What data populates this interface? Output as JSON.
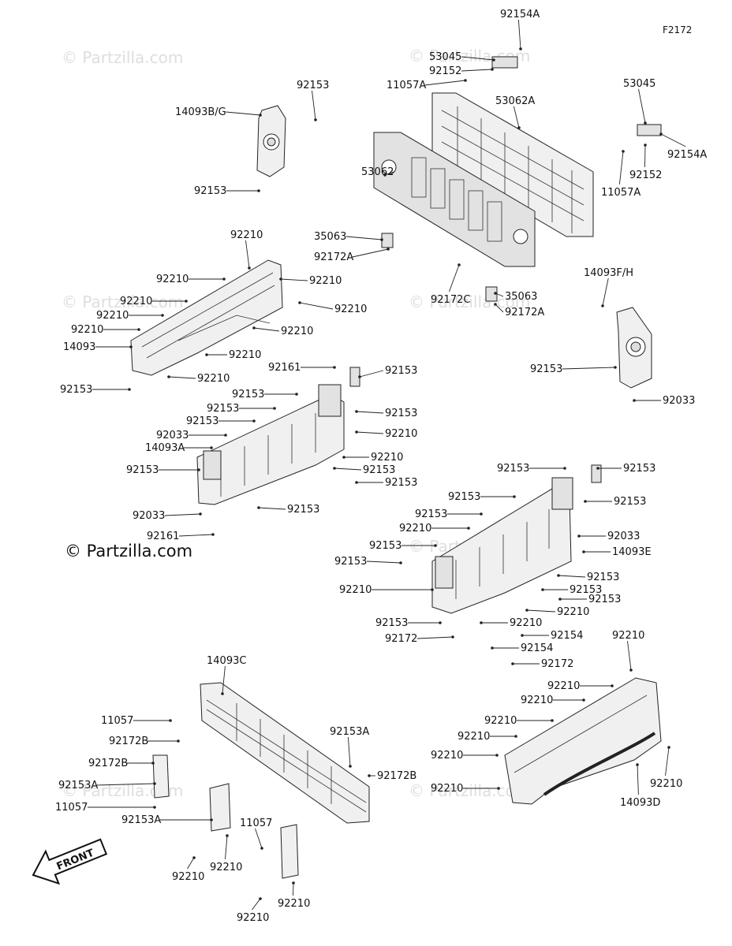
{
  "ref_code": "F2172",
  "copyright": "© Partzilla.com",
  "watermark": "© Partzilla.com",
  "front_label": "FRONT",
  "labels": [
    "92154A",
    "53045",
    "92152",
    "11057A",
    "53062A",
    "53062",
    "92153",
    "14093B/G",
    "92153",
    "53045",
    "92154A",
    "92152",
    "11057A",
    "35063",
    "92172A",
    "92172C",
    "35063",
    "92172A",
    "92210",
    "92210",
    "92210",
    "92210",
    "92210",
    "92210",
    "92210",
    "14093",
    "92210",
    "92210",
    "92210",
    "92153",
    "14093F/H",
    "92153",
    "92033",
    "92161",
    "92153",
    "92153",
    "92153",
    "92153",
    "92033",
    "14093A",
    "92153",
    "92153",
    "92210",
    "92210",
    "92153",
    "92153",
    "92153",
    "92033",
    "92161",
    "92153",
    "92153",
    "92153",
    "92153",
    "92153",
    "92210",
    "92033",
    "14093E",
    "92153",
    "92153",
    "92210",
    "92153",
    "92153",
    "92153",
    "92210",
    "92153",
    "92210",
    "92172",
    "92154",
    "92154",
    "92172",
    "14093C",
    "11057",
    "92172B",
    "92153A",
    "92172B",
    "92172B",
    "92153A",
    "11057",
    "92153A",
    "11057",
    "92210",
    "92210",
    "92210",
    "92210",
    "92210",
    "92210",
    "92210",
    "92210",
    "92210",
    "92210",
    "92210",
    "14093D",
    "92210"
  ]
}
